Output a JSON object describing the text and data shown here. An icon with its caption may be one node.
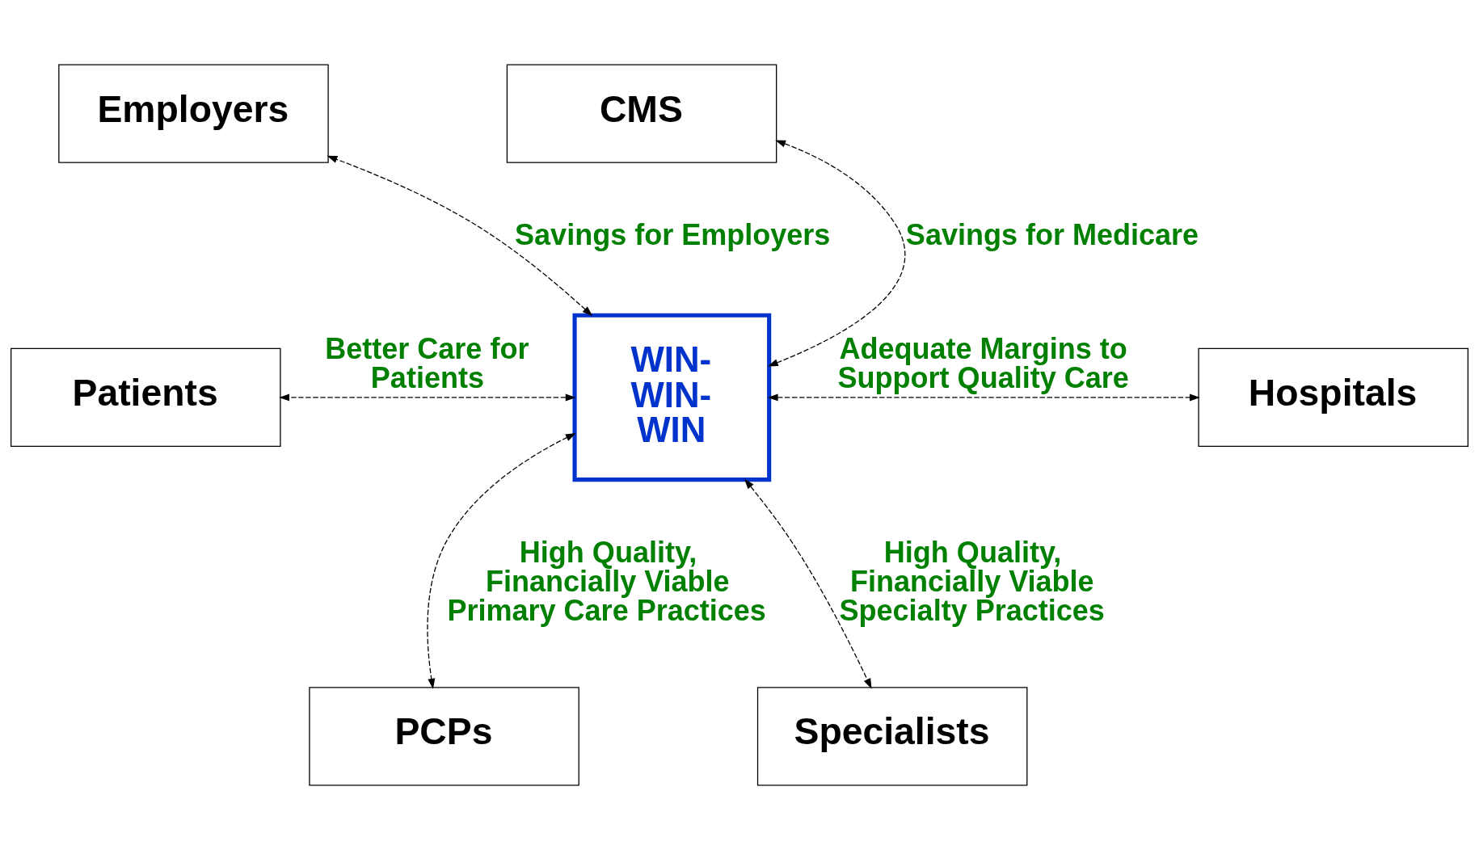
{
  "diagram": {
    "nodes": [
      {
        "text": [
          "Employers"
        ]
      },
      {
        "text": [
          "CMS"
        ]
      },
      {
        "text": [
          "Patients"
        ]
      },
      {
        "text": [
          "WIN- WIN- WIN"
        ]
      },
      {
        "text": [
          "Hospitals"
        ]
      },
      {
        "text": [
          "PCPs"
        ]
      },
      {
        "text": [
          "Specialists"
        ]
      }
    ],
    "edges": [
      {
        "from": 3,
        "to": 0,
        "arrow": "both",
        "style": "dashed",
        "label": "Savings for Employers"
      },
      {
        "from": 3,
        "to": 1,
        "arrow": "both",
        "style": "dashed",
        "label": "Savings for Medicare"
      },
      {
        "from": 3,
        "to": 2,
        "arrow": "both",
        "style": "dashed",
        "label": "Better Care for Patients"
      },
      {
        "from": 3,
        "to": 4,
        "arrow": "both",
        "style": "dashed",
        "label": "Adequate Margins to Support Quality Care"
      },
      {
        "from": 3,
        "to": 5,
        "arrow": "both",
        "style": "dashed",
        "label": "High Quality, Financially Viable Primary Care Practices"
      },
      {
        "from": 3,
        "to": 6,
        "arrow": "both",
        "style": "dashed",
        "label": "High Quality, Financially Viable Specialty Practices"
      }
    ]
  }
}
